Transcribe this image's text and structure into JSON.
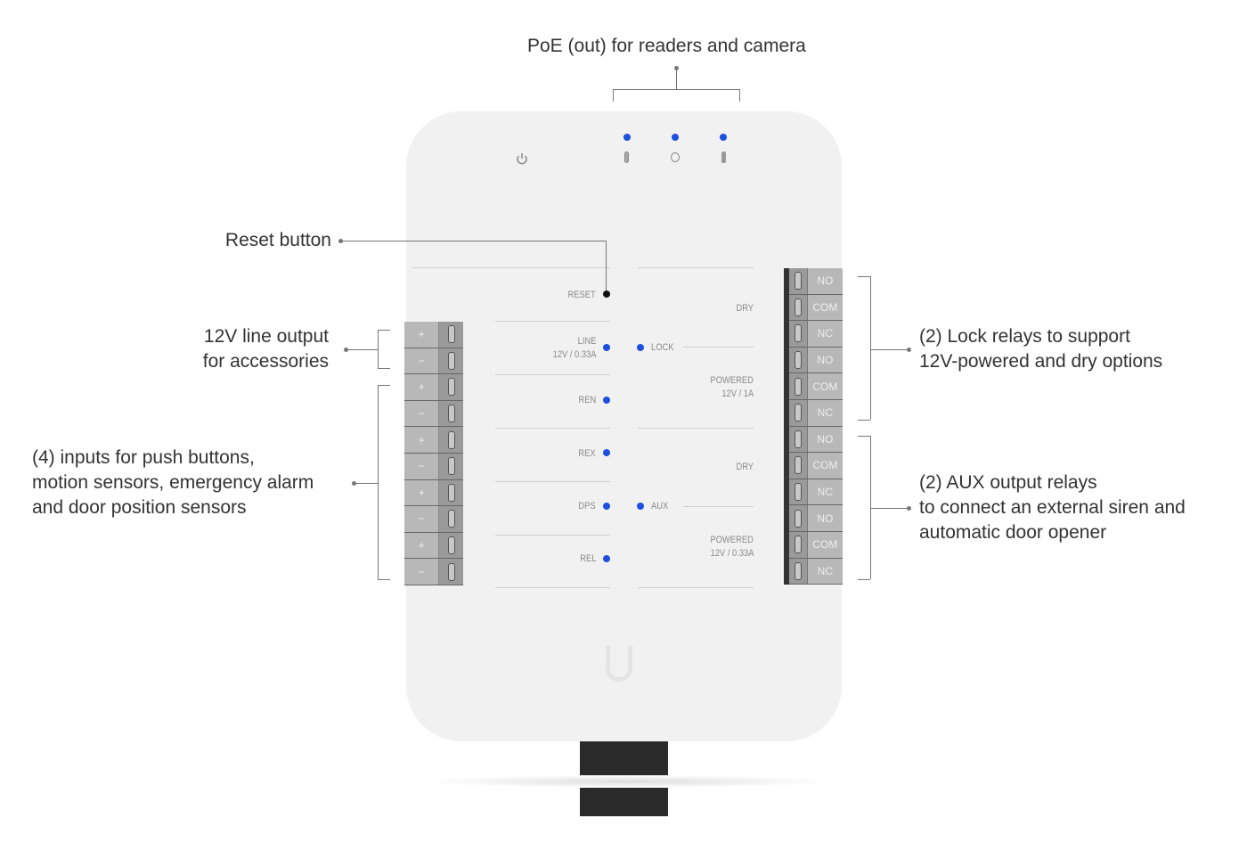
{
  "callouts": {
    "poe": "PoE (out) for readers and camera",
    "reset": "Reset button",
    "line_output": [
      "12V line output",
      "for accessories"
    ],
    "inputs": [
      "(4) inputs for push buttons,",
      "motion sensors, emergency alarm",
      "and door position sensors"
    ],
    "lock_relays": [
      "(2) Lock relays to support",
      "12V-powered and dry options"
    ],
    "aux_relays": [
      "(2) AUX output relays",
      "to connect an external siren and",
      "automatic door opener"
    ]
  },
  "device": {
    "top_icons": [
      "power-icon",
      "reader-icon",
      "doorbell-icon",
      "camera-icon"
    ],
    "labels": {
      "reset": "RESET",
      "line": "LINE",
      "line_rating": "12V / 0.33A",
      "ren": "REN",
      "rex": "REX",
      "dps": "DPS",
      "rel": "REL",
      "lock": "LOCK",
      "aux": "AUX",
      "dry1": "DRY",
      "powered1": "POWERED",
      "powered1_rating": "12V / 1A",
      "dry2": "DRY",
      "powered2": "POWERED",
      "powered2_rating": "12V / 0.33A"
    },
    "left_terminals": [
      "+",
      "−",
      "+",
      "−",
      "+",
      "−",
      "+",
      "−",
      "+",
      "−"
    ],
    "right_terminals": [
      "NO",
      "COM",
      "NC",
      "NO",
      "COM",
      "NC",
      "NO",
      "COM",
      "NC",
      "NO",
      "COM",
      "NC"
    ],
    "led_color": "#1f4fe0"
  }
}
